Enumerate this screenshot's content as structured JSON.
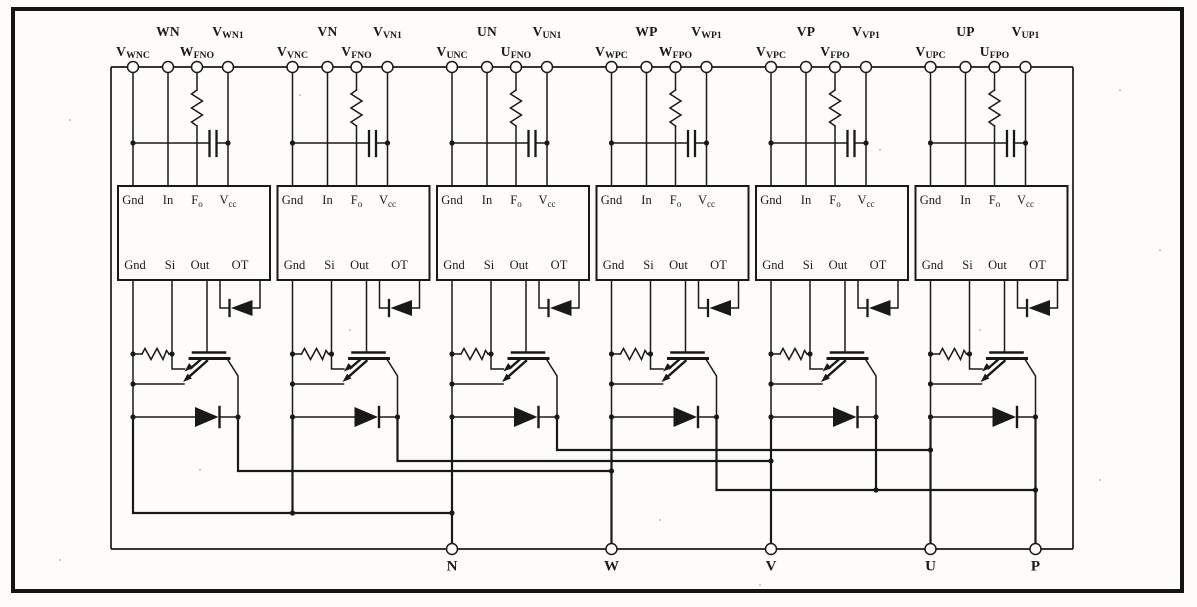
{
  "colors": {
    "ink": "#191919",
    "paper": "#fdfcf8"
  },
  "cells": [
    {
      "name": "WN",
      "terminals": [
        {
          "main": "V",
          "sub": "WNC"
        },
        {
          "main": "WN",
          "sub": ""
        },
        {
          "main": "W",
          "sub": "FNO"
        },
        {
          "main": "V",
          "sub": "WN1"
        }
      ]
    },
    {
      "name": "VN",
      "terminals": [
        {
          "main": "V",
          "sub": "VNC"
        },
        {
          "main": "VN",
          "sub": ""
        },
        {
          "main": "V",
          "sub": "FNO"
        },
        {
          "main": "V",
          "sub": "VN1"
        }
      ]
    },
    {
      "name": "UN",
      "terminals": [
        {
          "main": "V",
          "sub": "UNC"
        },
        {
          "main": "UN",
          "sub": ""
        },
        {
          "main": "U",
          "sub": "FNO"
        },
        {
          "main": "V",
          "sub": "UN1"
        }
      ]
    },
    {
      "name": "WP",
      "terminals": [
        {
          "main": "V",
          "sub": "WPC"
        },
        {
          "main": "WP",
          "sub": ""
        },
        {
          "main": "W",
          "sub": "FPO"
        },
        {
          "main": "V",
          "sub": "WP1"
        }
      ]
    },
    {
      "name": "VP",
      "terminals": [
        {
          "main": "V",
          "sub": "VPC"
        },
        {
          "main": "VP",
          "sub": ""
        },
        {
          "main": "V",
          "sub": "FPO"
        },
        {
          "main": "V",
          "sub": "VP1"
        }
      ]
    },
    {
      "name": "UP",
      "terminals": [
        {
          "main": "V",
          "sub": "UPC"
        },
        {
          "main": "UP",
          "sub": ""
        },
        {
          "main": "U",
          "sub": "FPO"
        },
        {
          "main": "V",
          "sub": "UP1"
        }
      ]
    }
  ],
  "ic": {
    "pins_top": [
      {
        "main": "Gnd",
        "sub": ""
      },
      {
        "main": "In",
        "sub": ""
      },
      {
        "main": "F",
        "sub": "o"
      },
      {
        "main": "V",
        "sub": "cc"
      }
    ],
    "pins_bottom": [
      {
        "main": "Gnd",
        "sub": ""
      },
      {
        "main": "Si",
        "sub": ""
      },
      {
        "main": "Out",
        "sub": ""
      },
      {
        "main": "OT",
        "sub": ""
      }
    ]
  },
  "bottom_terminals": [
    "N",
    "W",
    "V",
    "U",
    "P"
  ]
}
